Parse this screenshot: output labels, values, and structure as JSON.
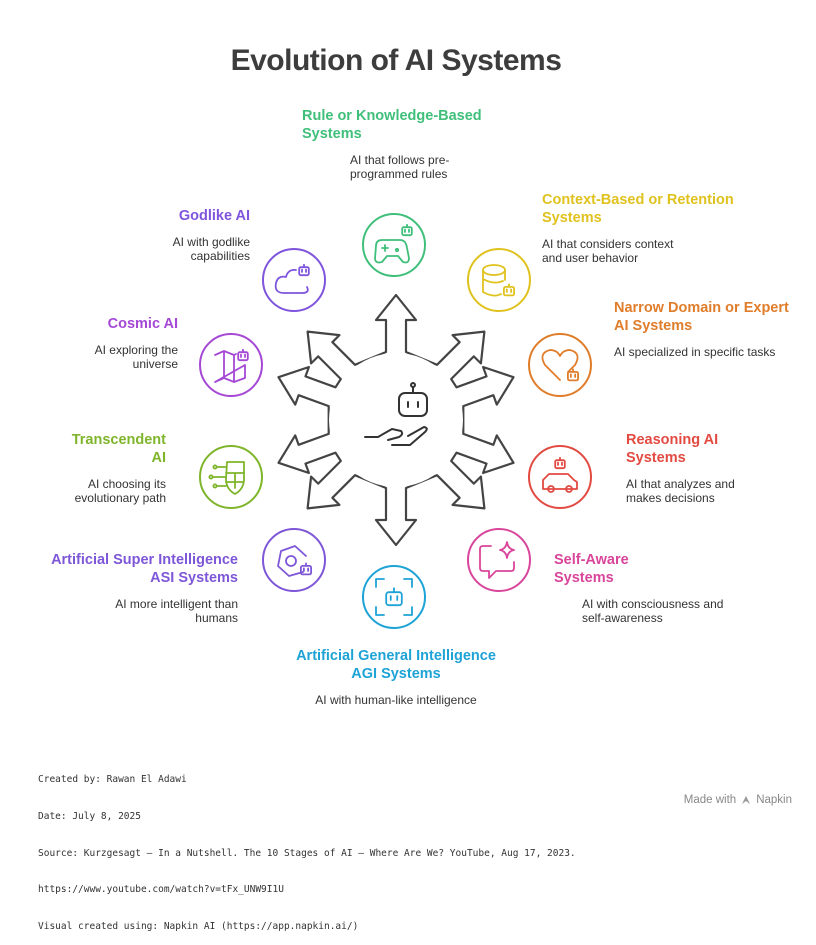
{
  "title": "Evolution of AI Systems",
  "stages": [
    {
      "title_lines": [
        "Rule or Knowledge-Based",
        "Systems"
      ],
      "desc_lines": [
        "AI that follows pre-",
        "programmed rules"
      ],
      "color": "#3fbf7a",
      "icon": "gamepad-robot-icon"
    },
    {
      "title_lines": [
        "Context-Based or Retention",
        "Systems"
      ],
      "desc_lines": [
        "AI that considers context",
        "and user behavior"
      ],
      "color": "#e0c21e",
      "icon": "database-robot-icon"
    },
    {
      "title_lines": [
        "Narrow Domain or Expert",
        "AI Systems"
      ],
      "desc_lines": [
        "AI specialized in specific tasks"
      ],
      "color": "#e07d2a",
      "icon": "heart-robot-icon"
    },
    {
      "title_lines": [
        "Reasoning AI",
        "Systems"
      ],
      "desc_lines": [
        "AI that analyzes and",
        "makes decisions"
      ],
      "color": "#e24a42",
      "icon": "car-robot-icon"
    },
    {
      "title_lines": [
        "Self-Aware",
        "Systems"
      ],
      "desc_lines": [
        "AI with consciousness and",
        "self-awareness"
      ],
      "color": "#d9459b",
      "icon": "chat-sparkle-icon"
    },
    {
      "title_lines": [
        "Artificial General Intelligence",
        "AGI Systems"
      ],
      "desc_lines": [
        "AI with human-like intelligence"
      ],
      "color": "#1ea3d6",
      "icon": "robot-frame-icon"
    },
    {
      "title_lines": [
        "Artificial Super Intelligence",
        "ASI Systems"
      ],
      "desc_lines": [
        "AI more intelligent than",
        "humans"
      ],
      "color": "#7e57d8",
      "icon": "hexagon-robot-icon"
    },
    {
      "title_lines": [
        "Transcendent",
        "AI"
      ],
      "desc_lines": [
        "AI choosing its",
        "evolutionary path"
      ],
      "color": "#7fb52b",
      "icon": "circuit-shield-icon"
    },
    {
      "title_lines": [
        "Cosmic AI"
      ],
      "desc_lines": [
        "AI exploring the",
        "universe"
      ],
      "color": "#a548d6",
      "icon": "map-robot-icon"
    },
    {
      "title_lines": [
        "Godlike AI"
      ],
      "desc_lines": [
        "AI with godlike",
        "capabilities"
      ],
      "color": "#7f55dd",
      "icon": "cloud-robot-icon"
    }
  ],
  "center_icon": "robot-hand-icon",
  "footer": {
    "lines": [
      "Created by: Rawan El Adawi",
      "Date: July 8, 2025",
      "Source: Kurzgesagt – In a Nutshell. The 10 Stages of AI – Where Are We? YouTube, Aug 17, 2023.",
      "https://www.youtube.com/watch?v=tFx_UNW9I1U",
      "Visual created using: Napkin AI (https://app.napkin.ai/)"
    ]
  },
  "made_with": "Made with",
  "brand": "Napkin"
}
